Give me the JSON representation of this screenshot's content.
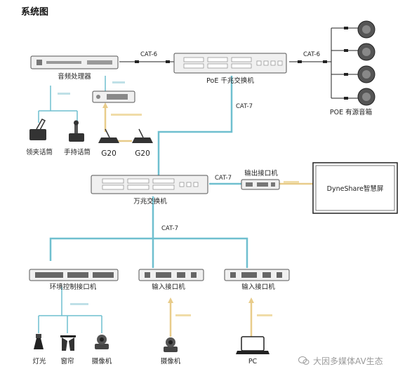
{
  "title": "系统图",
  "devices": {
    "audio_processor": "音频处理器",
    "poe_switch": "PoE 千兆交换机",
    "poe_speakers": "POE 有源音箱",
    "lapel_mic": "领夹话筒",
    "handheld_mic": "手持话筒",
    "g20_a": "G20",
    "g20_b": "G20",
    "core_switch": "万兆交换机",
    "output_interface": "输出接口机",
    "display": "DyneShare智慧屏",
    "env_control": "环境控制接口机",
    "input_interface_1": "输入接口机",
    "input_interface_2": "输入接口机",
    "light": "灯光",
    "curtain": "窗帘",
    "camera_a": "摄像机",
    "camera_b": "摄像机",
    "pc": "PC"
  },
  "cable_labels": {
    "cat6_left": "CAT-6",
    "cat6_right": "CAT-6",
    "cat7_top": "CAT-7",
    "cat7_output": "CAT-7",
    "cat7_bottom": "CAT-7"
  },
  "watermark": "大因多媒体AV生态",
  "colors": {
    "cable_blue": "#6fbfcf",
    "cable_tan": "#e8cc8a",
    "cable_black": "#222222",
    "device_fill": "#f0f0f0",
    "device_stroke": "#555555"
  }
}
